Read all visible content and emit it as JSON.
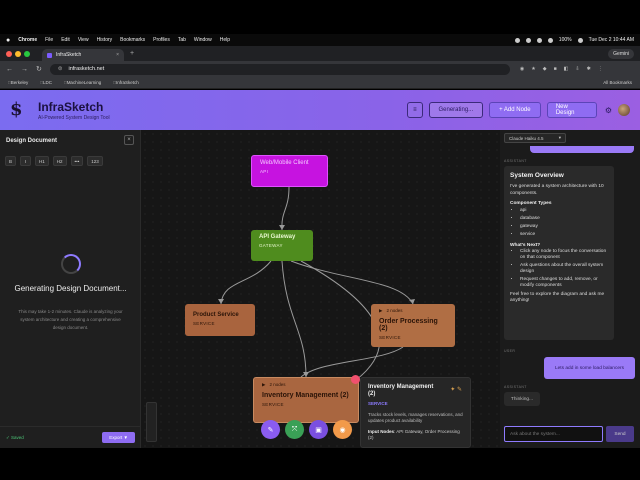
{
  "menubar": {
    "apple": "",
    "items": [
      "Chrome",
      "File",
      "Edit",
      "View",
      "History",
      "Bookmarks",
      "Profiles",
      "Tab",
      "Window",
      "Help"
    ],
    "battery": "100%",
    "clock": "Tue Dec 2  10:44 AM"
  },
  "browser": {
    "tab_title": "InfraSketch",
    "tab_close": "×",
    "new_tab": "+",
    "gemini_label": "Gemini",
    "url": "infrasketch.net",
    "bookmarks": [
      "Berkeley",
      "LDC",
      "MachineLearning",
      "InfraSketch"
    ],
    "all_bookmarks": "All Bookmarks"
  },
  "header": {
    "logo_glyph": "$",
    "title": "InfraSketch",
    "tagline": "AI-Powered System Design Tool",
    "icon_button": "≡",
    "generating_label": "Generating...",
    "add_node_label": "+ Add Node",
    "new_design_label": "New Design"
  },
  "doc_panel": {
    "title": "Design Document",
    "close": "×",
    "toolbar": [
      "B",
      "I",
      "H1",
      "H2",
      "•••",
      "123"
    ],
    "generating_title": "Generating Design Document...",
    "generating_sub": "This may take 1-2 minutes. Claude is analyzing your system architecture and creating a comprehensive design document.",
    "saved": "✓ Saved",
    "export": "Export ▼"
  },
  "canvas": {
    "nodes": {
      "client": {
        "title": "Web/Mobile Client",
        "type": "API"
      },
      "gateway": {
        "title": "API Gateway",
        "type": "GATEWAY"
      },
      "product": {
        "title": "Product Service",
        "type": "SERVICE"
      },
      "order": {
        "count": "2 nodes",
        "title": "Order Processing (2)",
        "type": "SERVICE"
      },
      "inventory": {
        "count": "2 nodes",
        "title": "Inventory Management (2)",
        "type": "SERVICE"
      }
    },
    "tooltip": {
      "title": "Inventory Management (2)",
      "type": "SERVICE",
      "desc": "Tracks stock levels, manages reservations, and updates product availability",
      "inputs_label": "Input Nodes",
      "inputs_value": "API Gateway, Order Processing (2)"
    },
    "colors": {
      "client": "#c613e0",
      "gateway": "#4f8c1e",
      "service": "#a9643e",
      "accent": "#8f6cf2"
    }
  },
  "chat": {
    "model": "Claude Haiku 4.5",
    "assistant_label": "ASSISTANT",
    "overview_title": "System Overview",
    "overview_intro": "I've generated a system architecture with 10 components.",
    "component_types_label": "Component Types",
    "component_types": [
      "api",
      "database",
      "gateway",
      "service"
    ],
    "whats_next_label": "What's Next?",
    "next_steps": [
      "Click any node to focus the conversation on that component",
      "Ask questions about the overall system design",
      "Request changes to add, remove, or modify components"
    ],
    "closing": "Feel free to explore the diagram and ask me anything!",
    "user_label": "USER",
    "user_message": "Lets add in some load balancers",
    "assistant_label_2": "ASSISTANT",
    "thinking": "Thinking...",
    "input_placeholder": "Ask about the system...",
    "send": "Send"
  }
}
